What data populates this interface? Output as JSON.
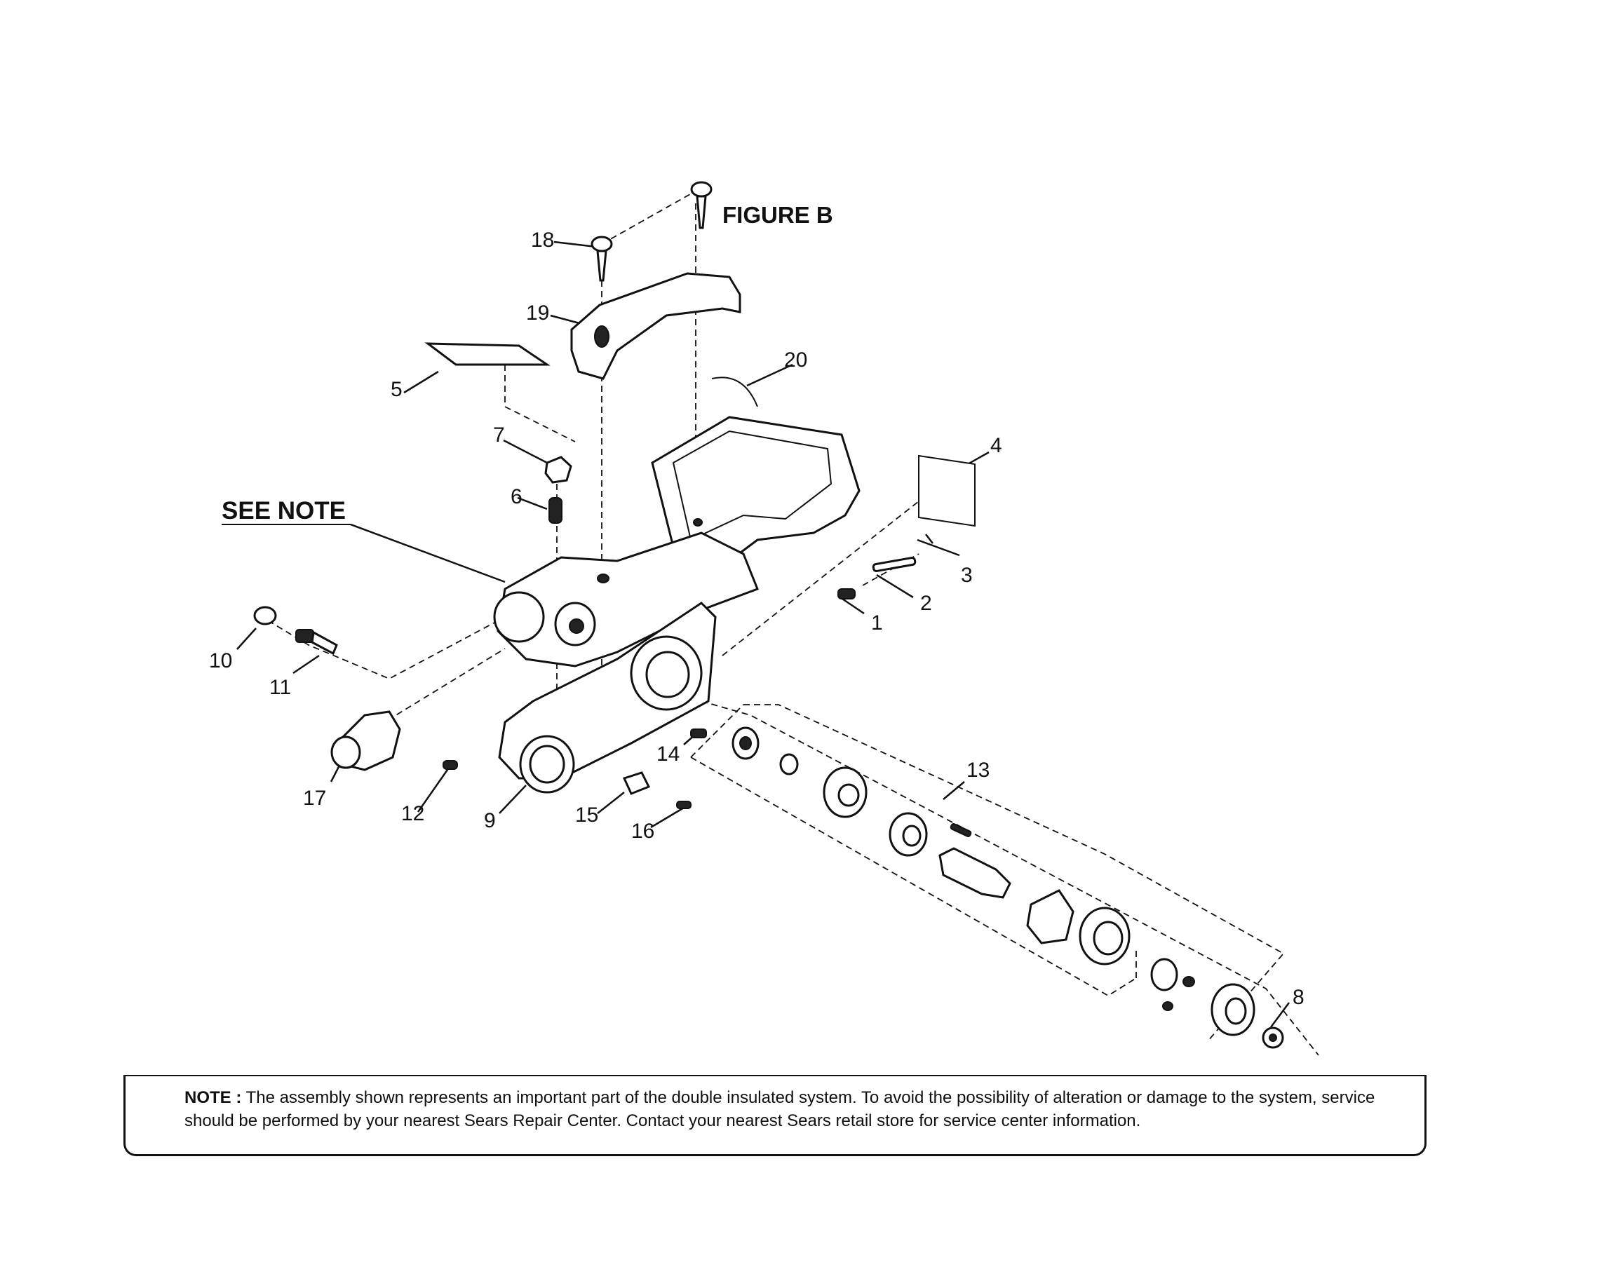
{
  "figure_title": "FIGURE B",
  "see_note_label": "SEE NOTE",
  "callouts": [
    {
      "id": "c1",
      "label": "1"
    },
    {
      "id": "c2",
      "label": "2"
    },
    {
      "id": "c3",
      "label": "3"
    },
    {
      "id": "c4",
      "label": "4"
    },
    {
      "id": "c5",
      "label": "5"
    },
    {
      "id": "c6",
      "label": "6"
    },
    {
      "id": "c7",
      "label": "7"
    },
    {
      "id": "c8",
      "label": "8"
    },
    {
      "id": "c9",
      "label": "9"
    },
    {
      "id": "c10",
      "label": "10"
    },
    {
      "id": "c11",
      "label": "11"
    },
    {
      "id": "c12",
      "label": "12"
    },
    {
      "id": "c13",
      "label": "13"
    },
    {
      "id": "c14",
      "label": "14"
    },
    {
      "id": "c15",
      "label": "15"
    },
    {
      "id": "c16",
      "label": "16"
    },
    {
      "id": "c17",
      "label": "17"
    },
    {
      "id": "c18",
      "label": "18"
    },
    {
      "id": "c19",
      "label": "19"
    },
    {
      "id": "c20",
      "label": "20"
    }
  ],
  "note": {
    "label": "NOTE :",
    "text": "The assembly shown represents an important part of the double insulated system. To avoid the possibility of alteration or damage to the system, service should be performed by your nearest Sears Repair Center. Contact your nearest Sears retail store for service center information."
  }
}
